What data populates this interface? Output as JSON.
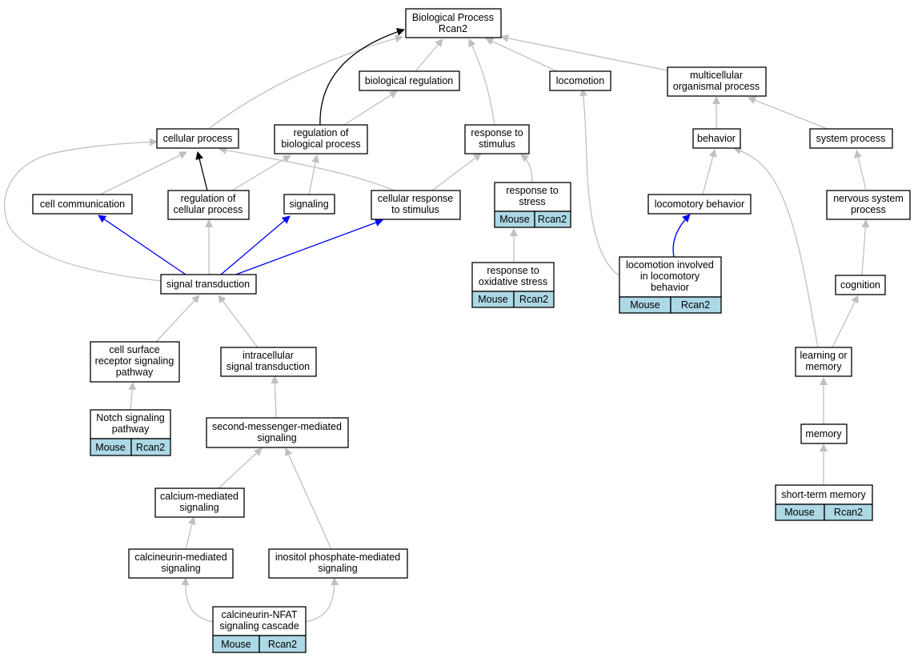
{
  "colors": {
    "gray_edge": "#c0c0c0",
    "black_edge": "#000000",
    "blue_edge": "#0000ff",
    "annotation_fill": "#add8e6",
    "node_fill": "#ffffff"
  },
  "annotation": {
    "species": "Mouse",
    "gene": "Rcan2"
  },
  "nodes": {
    "root": {
      "lines": [
        "Biological Process",
        "Rcan2"
      ]
    },
    "biological_regulation": {
      "lines": [
        "biological regulation"
      ]
    },
    "locomotion": {
      "lines": [
        "locomotion"
      ]
    },
    "multicellular_organismal_process": {
      "lines": [
        "multicellular",
        "organismal process"
      ]
    },
    "cellular_process": {
      "lines": [
        "cellular process"
      ]
    },
    "regulation_of_biological_process": {
      "lines": [
        "regulation of",
        "biological process"
      ]
    },
    "response_to_stimulus": {
      "lines": [
        "response to",
        "stimulus"
      ]
    },
    "behavior": {
      "lines": [
        "behavior"
      ]
    },
    "system_process": {
      "lines": [
        "system process"
      ]
    },
    "cell_communication": {
      "lines": [
        "cell communication"
      ]
    },
    "regulation_of_cellular_process": {
      "lines": [
        "regulation of",
        "cellular process"
      ]
    },
    "signaling": {
      "lines": [
        "signaling"
      ]
    },
    "cellular_response_to_stimulus": {
      "lines": [
        "cellular response",
        "to stimulus"
      ]
    },
    "response_to_stress": {
      "lines": [
        "response to",
        "stress"
      ]
    },
    "locomotory_behavior": {
      "lines": [
        "locomotory behavior"
      ]
    },
    "nervous_system_process": {
      "lines": [
        "nervous system",
        "process"
      ]
    },
    "signal_transduction": {
      "lines": [
        "signal transduction"
      ]
    },
    "response_to_oxidative_stress": {
      "lines": [
        "response to",
        "oxidative stress"
      ]
    },
    "locomotion_involved_in_locomotory_behavior": {
      "lines": [
        "locomotion involved",
        "in locomotory",
        "behavior"
      ]
    },
    "cognition": {
      "lines": [
        "cognition"
      ]
    },
    "cell_surface_receptor_signaling_pathway": {
      "lines": [
        "cell surface",
        "receptor signaling",
        "pathway"
      ]
    },
    "intracellular_signal_transduction": {
      "lines": [
        "intracellular",
        "signal transduction"
      ]
    },
    "learning_or_memory": {
      "lines": [
        "learning or",
        "memory"
      ]
    },
    "notch_signaling_pathway": {
      "lines": [
        "Notch signaling",
        "pathway"
      ]
    },
    "second_messenger_mediated_signaling": {
      "lines": [
        "second-messenger-mediated",
        "signaling"
      ]
    },
    "memory": {
      "lines": [
        "memory"
      ]
    },
    "calcium_mediated_signaling": {
      "lines": [
        "calcium-mediated",
        "signaling"
      ]
    },
    "short_term_memory": {
      "lines": [
        "short-term memory"
      ]
    },
    "calcineurin_mediated_signaling": {
      "lines": [
        "calcineurin-mediated",
        "signaling"
      ]
    },
    "inositol_phosphate_mediated_signaling": {
      "lines": [
        "inositol phosphate-mediated",
        "signaling"
      ]
    },
    "calcineurin_nfat_signaling_cascade": {
      "lines": [
        "calcineurin-NFAT",
        "signaling cascade"
      ]
    }
  }
}
